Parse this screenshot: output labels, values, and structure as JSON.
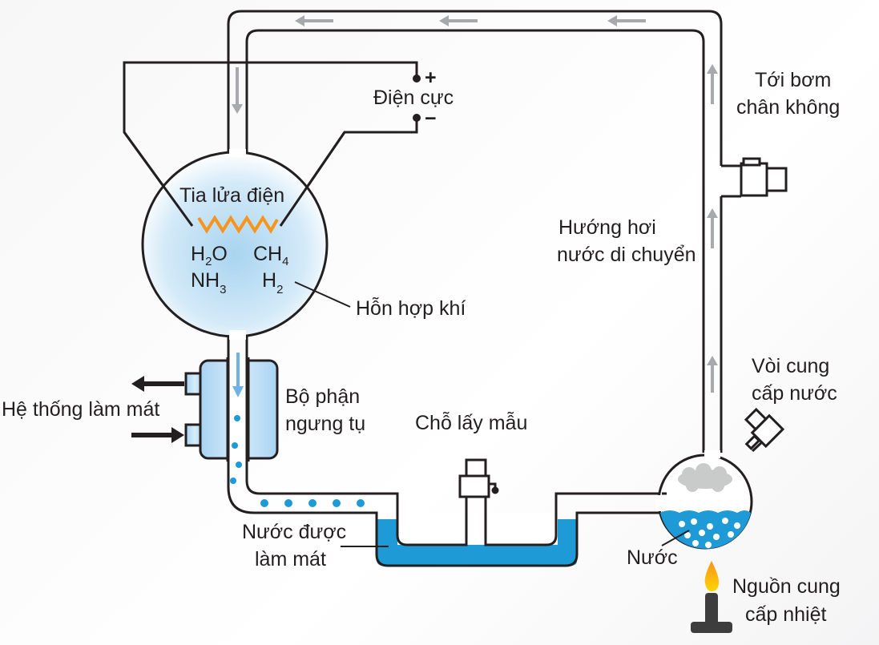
{
  "labels": {
    "electrode": "Điện cực",
    "electrode_plus": "+",
    "electrode_minus": "−",
    "spark": "Tia lửa điện",
    "gas_mixture": "Hỗn hợp khí",
    "vacuum_line1": "Tới bơm",
    "vacuum_line2": "chân không",
    "vapor_line1": "Hướng hơi",
    "vapor_line2": "nước di chuyển",
    "cooling_system": "Hệ thống làm mát",
    "condenser_line1": "Bộ phận",
    "condenser_line2": "ngưng tụ",
    "sampling": "Chỗ lấy mẫu",
    "tap_line1": "Vòi cung",
    "tap_line2": "cấp nước",
    "cooled_water_line1": "Nước được",
    "cooled_water_line2": "làm mát",
    "water": "Nước",
    "heat_line1": "Nguồn cung",
    "heat_line2": "cấp nhiệt"
  },
  "formulas": {
    "water": {
      "base": "H",
      "sub": "2",
      "tail": "O"
    },
    "methane": {
      "base": "CH",
      "sub": "4",
      "tail": ""
    },
    "ammonia": {
      "base": "NH",
      "sub": "3",
      "tail": ""
    },
    "hydrogen": {
      "base": "H",
      "sub": "2",
      "tail": ""
    }
  },
  "colors": {
    "outline": "#231f20",
    "water": "#1e9ad6",
    "spark": "#f7941d",
    "gas_glow": "#a8d4f0",
    "arrow_gray": "#a7a9ac",
    "burner": "#3d3d3d"
  }
}
